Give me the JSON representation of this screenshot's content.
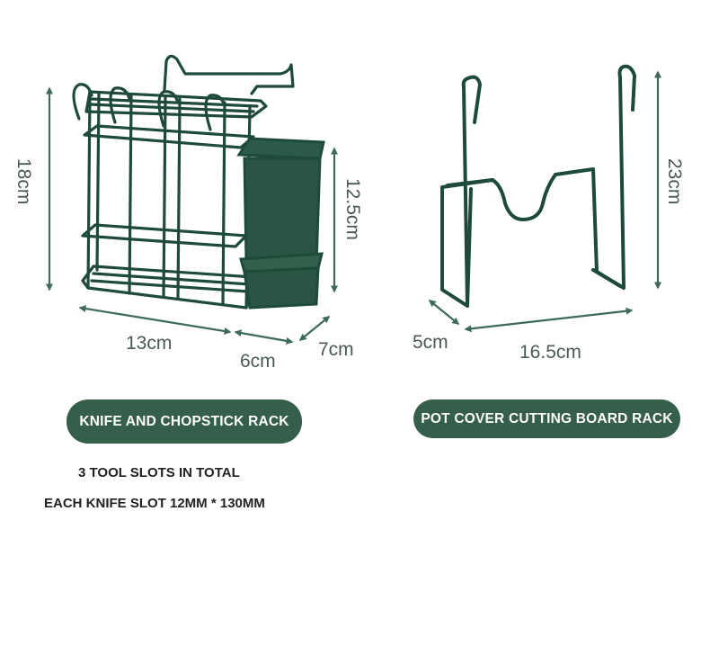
{
  "colors": {
    "rack": "#1e4a3a",
    "arrow": "#3e6a58",
    "label_bg": "#355f4b",
    "label_text": "#ffffff"
  },
  "left_product": {
    "label": "KNIFE AND CHOPSTICK RACK",
    "dimensions": {
      "height": "18cm",
      "holder_height": "12.5cm",
      "width": "13cm",
      "holder_width": "6cm",
      "depth": "7cm"
    },
    "notes": [
      "3 TOOL SLOTS IN TOTAL",
      "EACH KNIFE SLOT 12MM * 130MM"
    ]
  },
  "right_product": {
    "label": "POT COVER CUTTING BOARD RACK",
    "dimensions": {
      "height": "23cm",
      "depth": "5cm",
      "width": "16.5cm"
    }
  }
}
